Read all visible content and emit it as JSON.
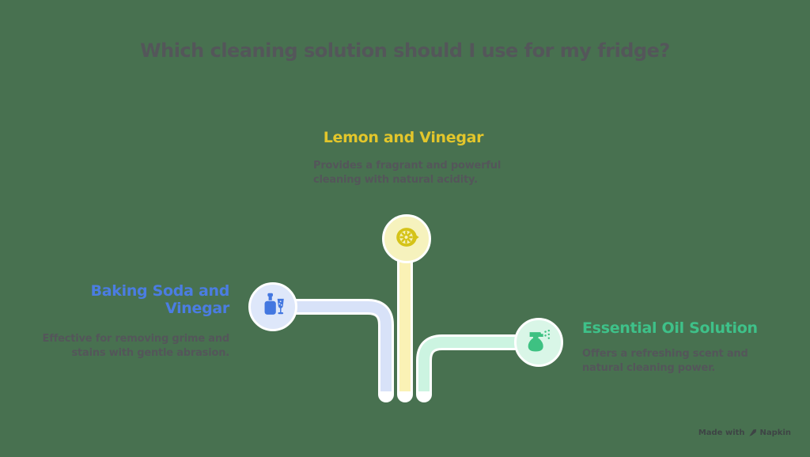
{
  "title": "Which cleaning solution should I use for my fridge?",
  "branches": [
    {
      "id": "lemon-and-vinegar",
      "heading": "Lemon and Vinegar",
      "description": "Provides a fragrant and powerful cleaning with natural acidity.",
      "icon": "lemon-slice-icon",
      "heading_color": "#e3c62b",
      "line_color": "#faf2b5",
      "circle_color": "#f6f2bd",
      "icon_color": "#d5c318"
    },
    {
      "id": "baking-soda-and-vinegar",
      "heading": "Baking Soda and Vinegar",
      "description": "Effective for removing grime and stains with gentle abrasion.",
      "icon": "bottle-and-glass-icon",
      "heading_color": "#4b7de2",
      "line_color": "#d8e2f8",
      "circle_color": "#dee7fa",
      "icon_color": "#4377e0"
    },
    {
      "id": "essential-oil-solution",
      "heading": "Essential Oil Solution",
      "description": "Offers a refreshing scent and natural cleaning power.",
      "icon": "spray-bottle-icon",
      "heading_color": "#3ec189",
      "line_color": "#ccf4e1",
      "circle_color": "#d9f6e7",
      "icon_color": "#3ec182"
    }
  ],
  "colors": {
    "background": "#487150",
    "title_text": "#54565a",
    "description_text": "#54565a",
    "connector_outline": "#ffffff"
  },
  "watermark": {
    "prefix": "Made with",
    "brand": "Napkin",
    "icon": "pen-icon"
  }
}
